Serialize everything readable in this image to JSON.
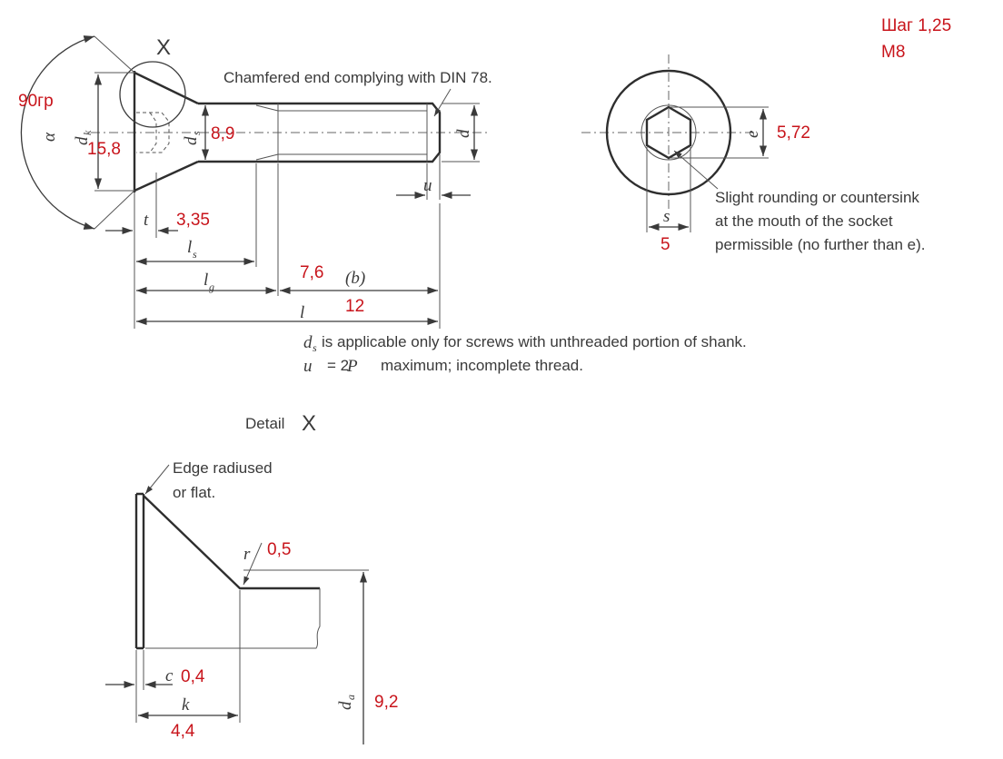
{
  "notes": {
    "chamfer": "Chamfered end complying with DIN 78.",
    "rounding_1": "Slight rounding or countersink",
    "rounding_2": "at the mouth of the socket",
    "rounding_3": "permissible (no further than e).",
    "ds_note": "is applicable only for screws with unthreaded portion of shank.",
    "u_note": "maximum; incomplete thread.",
    "u_note_prefix": "= 2",
    "u_note_P": "P",
    "detail_title": "Detail",
    "detail_x": "X",
    "edge_1": "Edge radiused",
    "edge_2": "or flat."
  },
  "symbols": {
    "X": "X",
    "alpha": "α",
    "dk": "d",
    "dk_sub": "k",
    "ds": "d",
    "ds_sub": "s",
    "d": "d",
    "u": "u",
    "t": "t",
    "ls": "l",
    "ls_sub": "s",
    "lg": "l",
    "lg_sub": "g",
    "b": "(b)",
    "l": "l",
    "e": "e",
    "s": "s",
    "r": "r",
    "c": "c",
    "k": "k",
    "da": "d",
    "da_sub": "a",
    "ds_note_sym": "d",
    "ds_note_sub": "s",
    "u_note_sym": "u"
  },
  "annotations": {
    "pitch": "Шаг 1,25",
    "size": "M8",
    "angle": "90гр",
    "dk_value": "15,8",
    "ds_value": "8,9",
    "t_value": "3,35",
    "b_value": "7,6",
    "l_value": "12",
    "e_value": "5,72",
    "s_value": "5",
    "r_value": "0,5",
    "c_value": "0,4",
    "da_value": "9,2",
    "k_value": "4,4"
  }
}
